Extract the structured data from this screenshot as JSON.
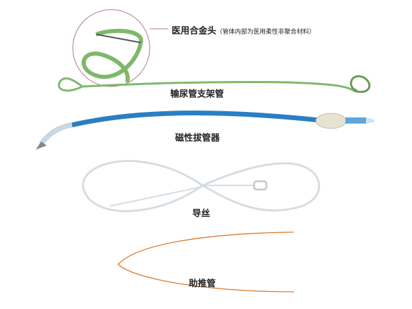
{
  "labels": {
    "alloy_tip": "医用合金头",
    "alloy_note": "（管体内部为医用柔性非聚合材料）",
    "ureteral_stent": "输尿管支架管",
    "magnetic_extractor": "磁性拔管器",
    "guide_wire": "导丝",
    "pusher_tube": "助推管"
  },
  "colors": {
    "stent_green": "#7fb86a",
    "extractor_blue": "#2a7fc4",
    "pusher_orange": "#d9782e",
    "callout_line": "#b07a8a"
  }
}
